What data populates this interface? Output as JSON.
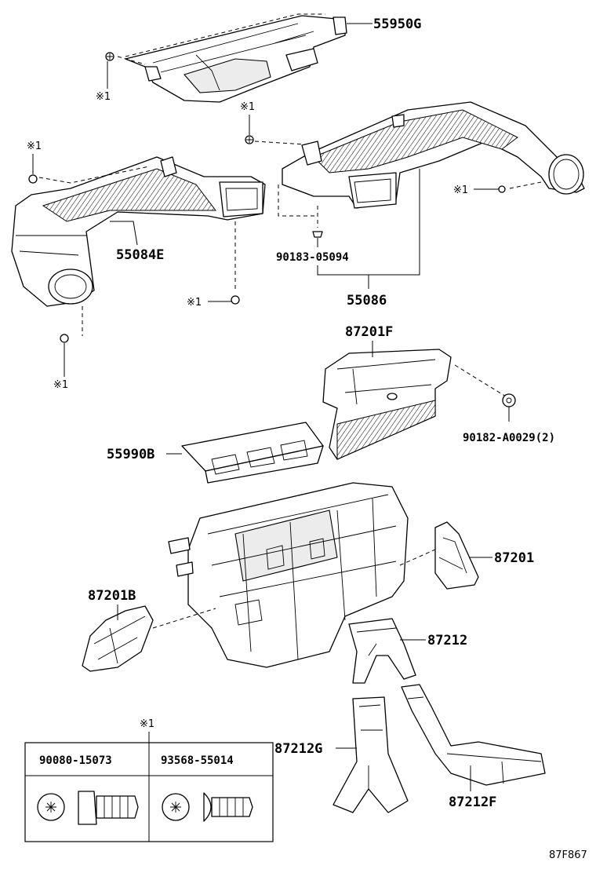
{
  "parts": {
    "p55950G": "55950G",
    "p55084E": "55084E",
    "p90183": "90183-05094",
    "p55086": "55086",
    "p87201F": "87201F",
    "p90182": "90182-A0029(2)",
    "p55990B": "55990B",
    "p87201": "87201",
    "p87201B": "87201B",
    "p87212": "87212",
    "p87212G": "87212G",
    "p87212F": "87212F"
  },
  "marker": "※1",
  "legend": {
    "header_mark": "※1",
    "col1": "90080-15073",
    "col2": "93568-55014"
  },
  "figure_id": "87F867"
}
